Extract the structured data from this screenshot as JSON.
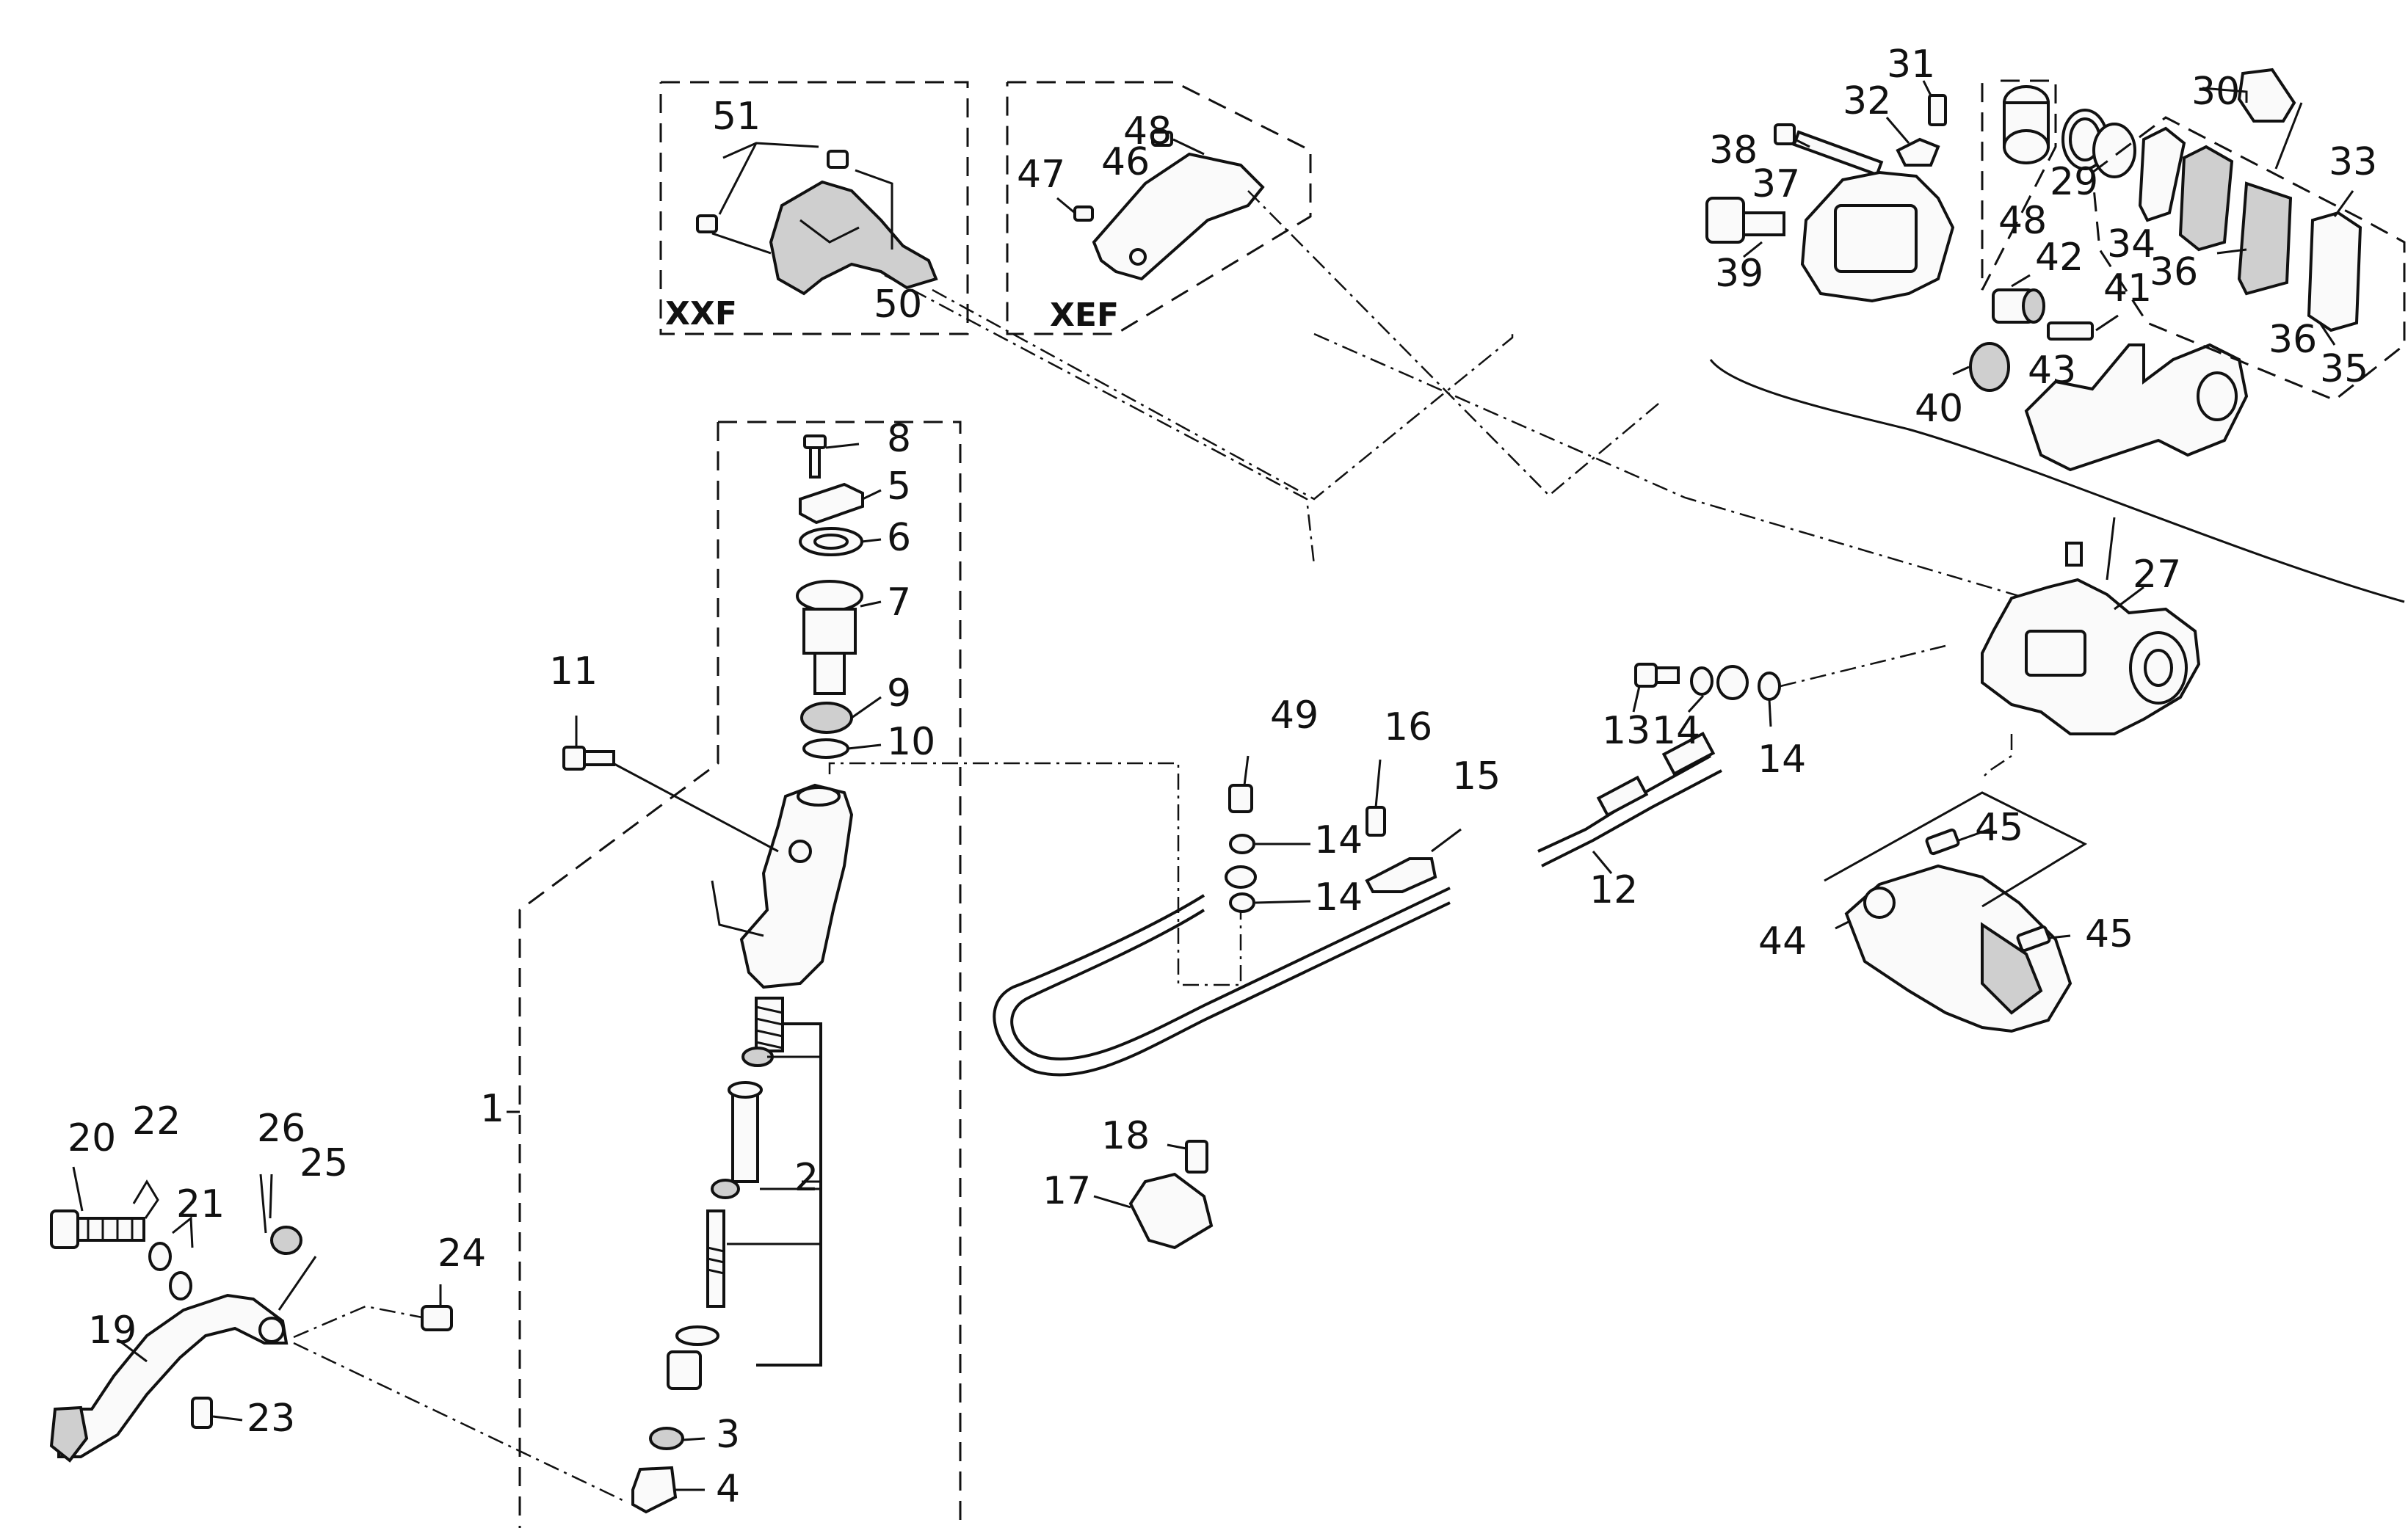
{
  "diagram": {
    "callouts": {
      "c1": "1",
      "c2": "2",
      "c3": "3",
      "c4": "4",
      "c5": "5",
      "c6": "6",
      "c7": "7",
      "c8": "8",
      "c9": "9",
      "c10": "10",
      "c11": "11",
      "c12": "12",
      "c13": "13",
      "c14a": "14",
      "c14b": "14",
      "c14c": "14",
      "c14d": "14",
      "c15": "15",
      "c16": "16",
      "c17": "17",
      "c18": "18",
      "c19": "19",
      "c20": "20",
      "c21": "21",
      "c22": "22",
      "c23": "23",
      "c24": "24",
      "c25": "25",
      "c26": "26",
      "c27": "27",
      "c29": "29",
      "c30": "30",
      "c31": "31",
      "c32": "32",
      "c33": "33",
      "c34": "34",
      "c35": "35",
      "c36a": "36",
      "c36b": "36",
      "c37": "37",
      "c38": "38",
      "c39": "39",
      "c40": "40",
      "c41": "41",
      "c42": "42",
      "c43": "43",
      "c44": "44",
      "c45a": "45",
      "c45b": "45",
      "c46": "46",
      "c47": "47",
      "c48a": "48",
      "c48b": "48",
      "c49": "49",
      "c50": "50",
      "c51": "51"
    },
    "variants": {
      "xxf": "XXF",
      "xef": "XEF"
    }
  }
}
